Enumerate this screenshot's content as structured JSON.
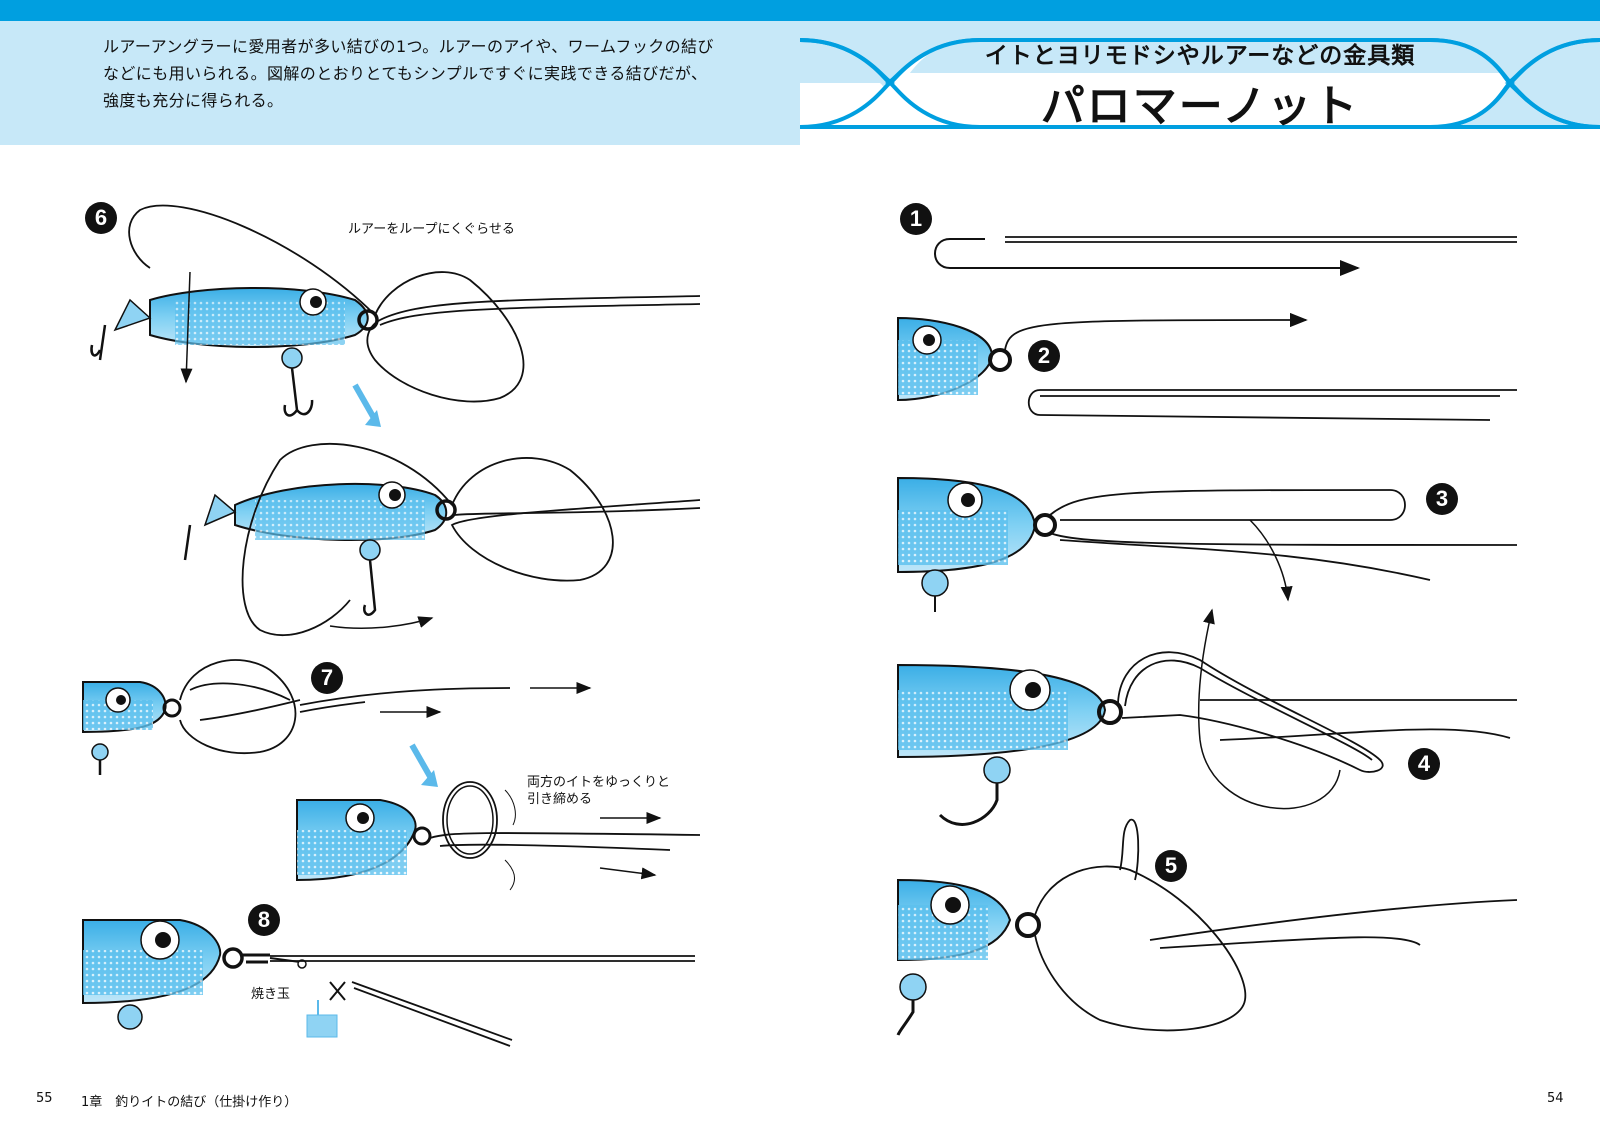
{
  "intro": "ルアーアングラーに愛用者が多い結びの1つ。ルアーのアイや、ワームフックの結びなどにも用いられる。図解のとおりとてもシンプルですぐに実践できる結びだが、強度も充分に得られる。",
  "title": {
    "subtitle": "イトとヨリモドシやルアーなどの金具類",
    "main": "パロマーノット"
  },
  "steps": {
    "s1": "1",
    "s2": "2",
    "s3": "3",
    "s4": "4",
    "s5": "5",
    "s6": "6",
    "s7": "7",
    "s8": "8"
  },
  "captions": {
    "loop": "ルアーをループにくぐらせる",
    "pull_1": "両方のイトをゆっくりと",
    "pull_2": "引き締める",
    "yakidama": "焼き玉"
  },
  "footer": {
    "left_page": "55",
    "chapter": "1章　釣りイトの結び（仕掛け作り）",
    "right_page": "54"
  },
  "colors": {
    "accent": "#009fe0",
    "band": "#c7e8f8",
    "lure": "#4fb8ea",
    "arrow_light": "#5bb9ea"
  }
}
